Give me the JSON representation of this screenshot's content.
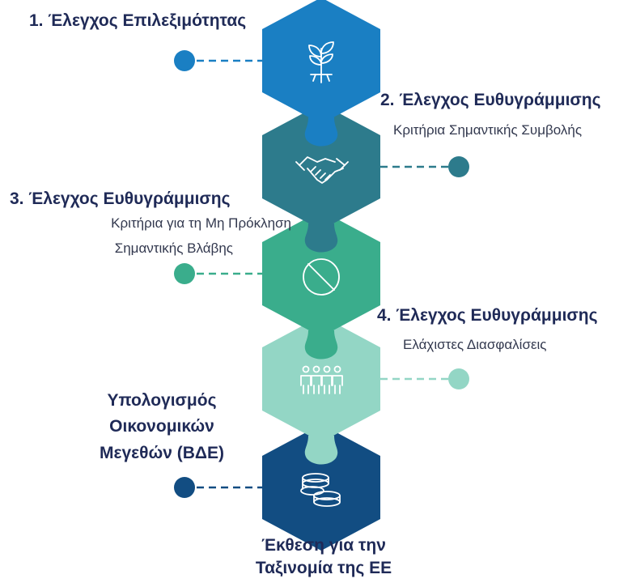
{
  "colors": {
    "step1": "#1a7fc3",
    "step2": "#2d7b8c",
    "step3": "#3aad8c",
    "step4": "#93d6c5",
    "step5": "#124d82",
    "title_text": "#1f2a57",
    "icon_stroke": "#ffffff"
  },
  "steps": [
    {
      "title": "1. Έλεγχος Επιλεξιμότητας",
      "subtitle": "",
      "icon": "sprout-icon"
    },
    {
      "title": "2. Έλεγχος Ευθυγράμμισης",
      "subtitle": "Κριτήρια Σημαντικής Συμβολής",
      "icon": "handshake-icon"
    },
    {
      "title": "3. Έλεγχος Ευθυγράμμισης",
      "subtitle_line1": "Κριτήρια για τη Μη Πρόκληση",
      "subtitle_line2": "Σημαντικής Βλάβης",
      "icon": "prohibited-icon"
    },
    {
      "title": "4. Έλεγχος Ευθυγράμμισης",
      "subtitle": "Ελάχιστες Διασφαλίσεις",
      "icon": "people-icon"
    },
    {
      "title_line1": "Υπολογισμός",
      "title_line2": "Οικονομικών",
      "title_line3": "Μεγεθών (ΒΔΕ)",
      "icon": "coins-icon"
    }
  ],
  "footer": {
    "line1": "Έκθεση για την",
    "line2": "Ταξινομία της ΕΕ"
  }
}
